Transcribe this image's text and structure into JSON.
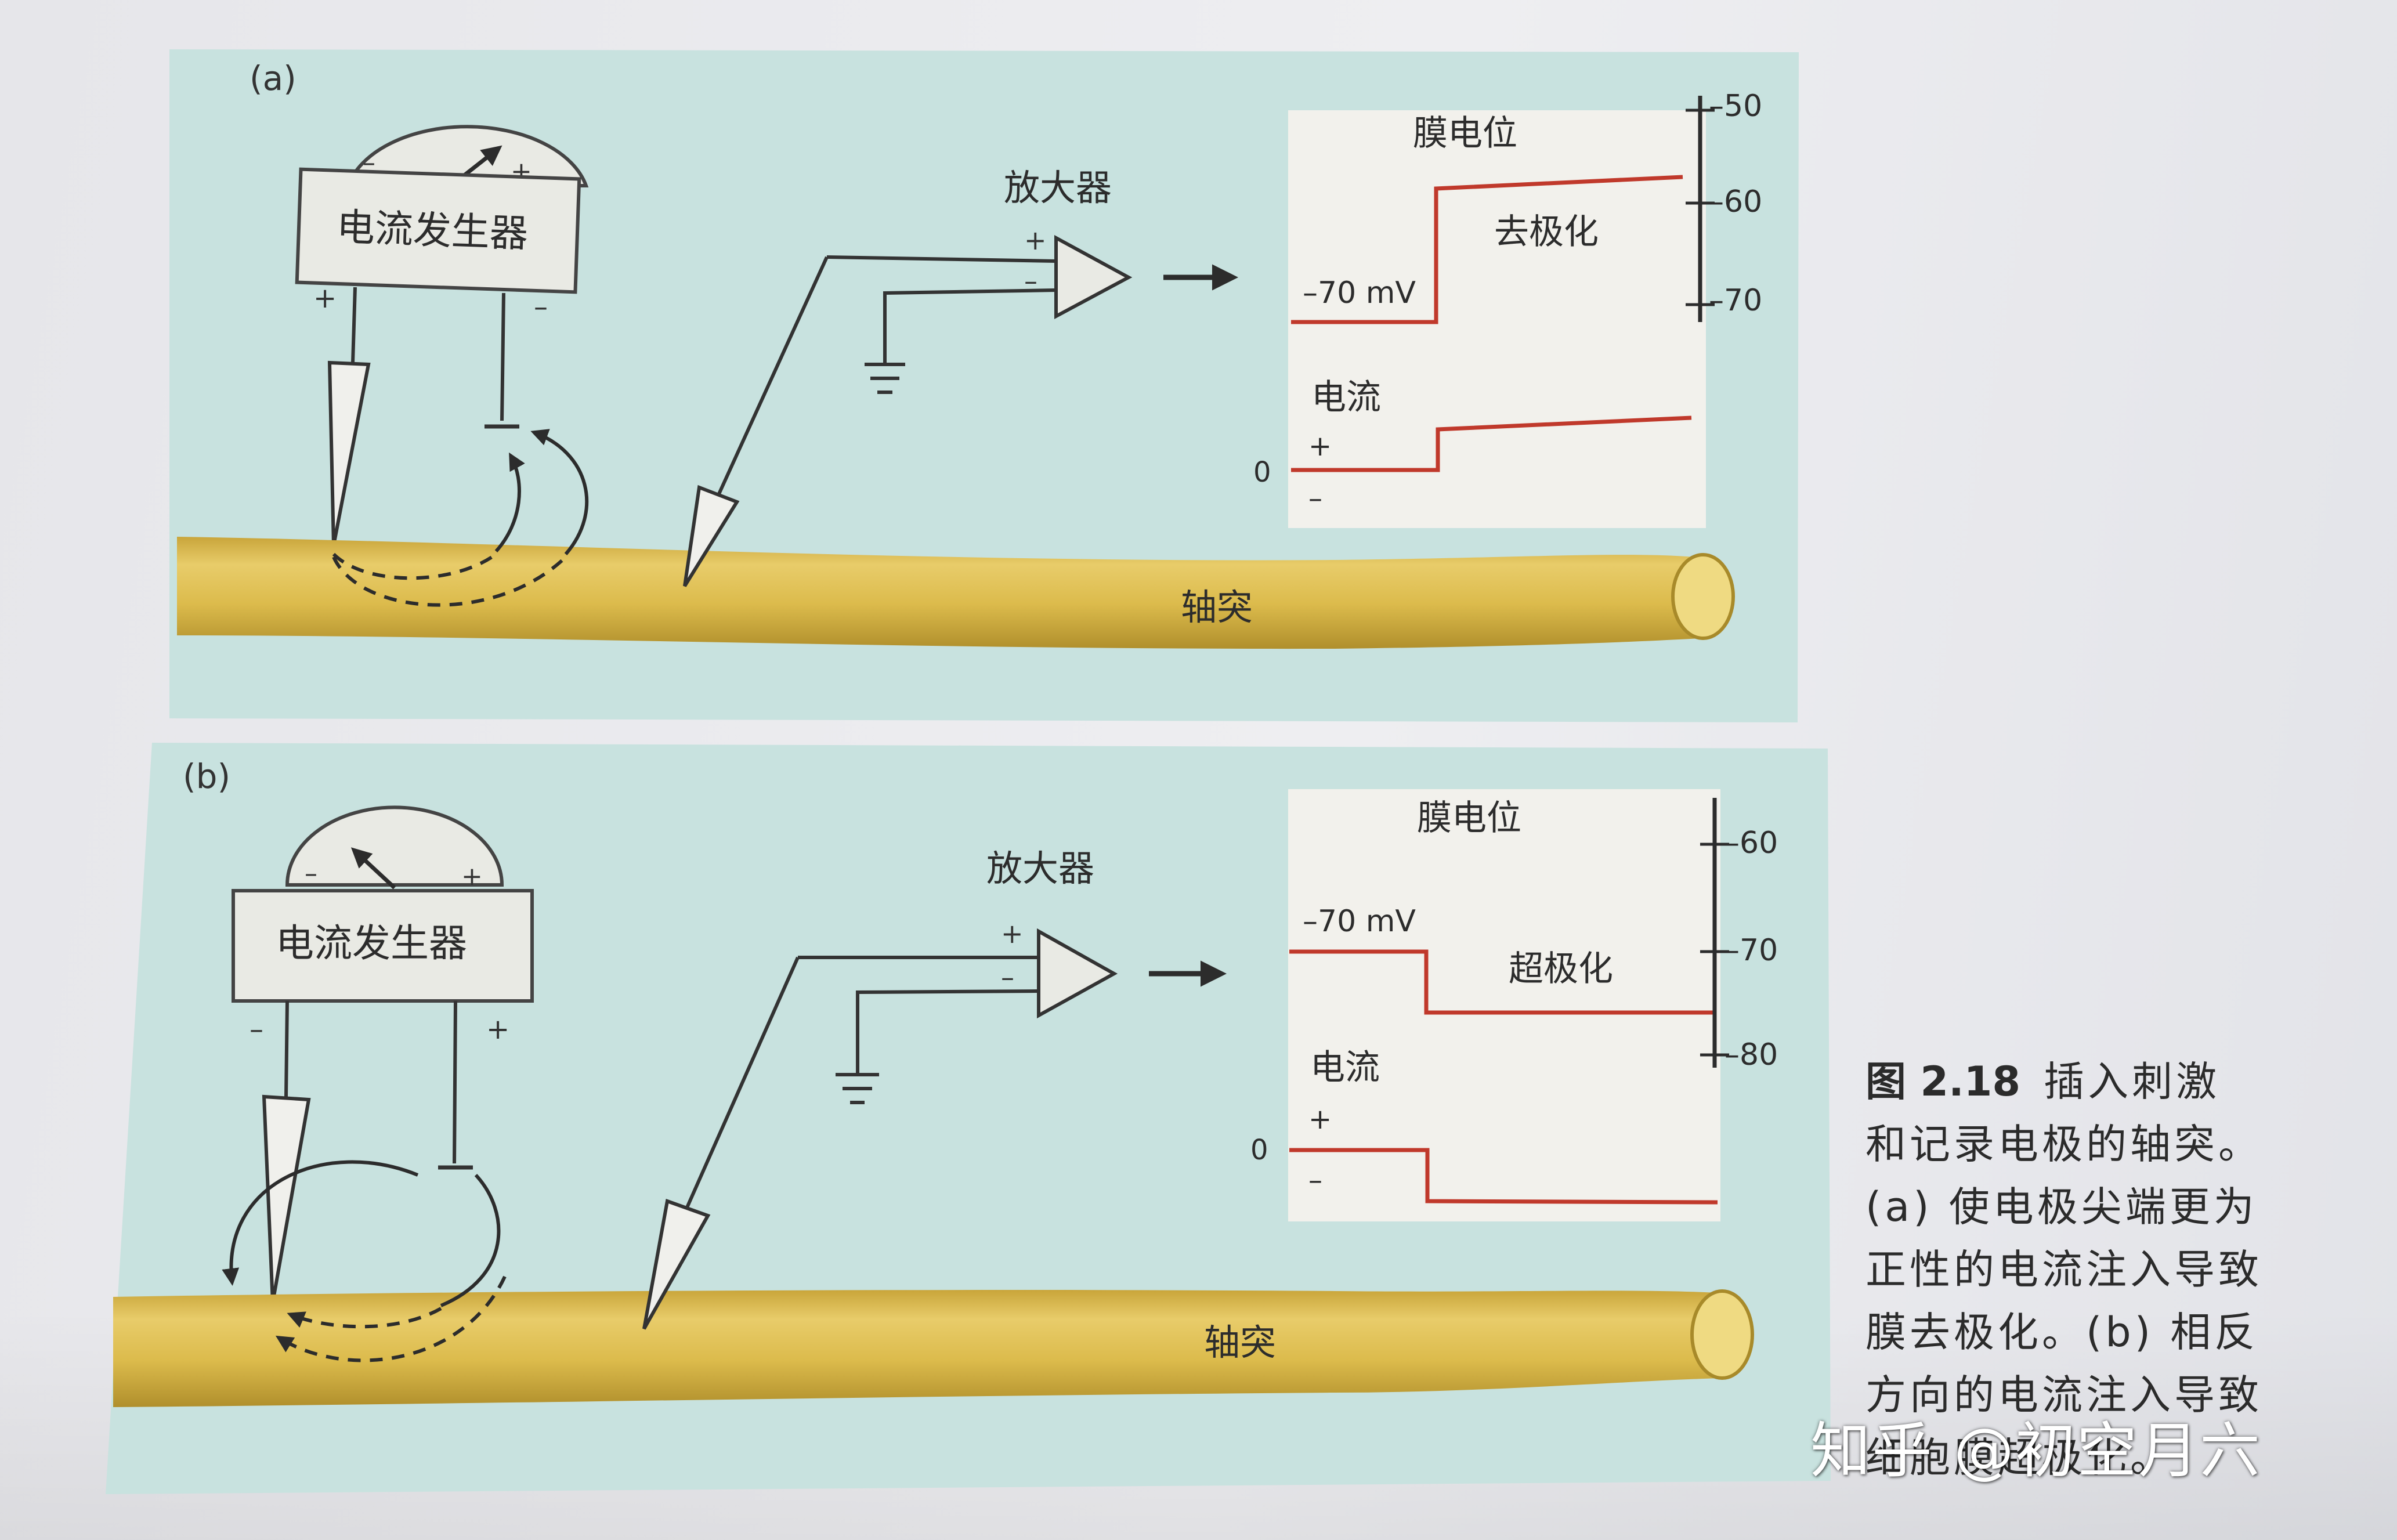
{
  "panels": [
    {
      "id": "a",
      "label": "(a)",
      "generator": {
        "label": "电流发生器",
        "dial_minus": "–",
        "dial_plus": "+",
        "left_sign": "+",
        "right_sign": "–"
      },
      "amplifier": {
        "label": "放大器",
        "plus": "+",
        "minus": "–"
      },
      "axon": {
        "label": "轴突"
      },
      "graph": {
        "membrane_title": "膜电位",
        "resting_label": "–70 mV",
        "change_label": "去极化",
        "current_title": "电流",
        "zero_label": "0",
        "plus_label": "+",
        "minus_label": "–",
        "scale_ticks": [
          "–50",
          "–60",
          "–70"
        ]
      }
    },
    {
      "id": "b",
      "label": "(b)",
      "generator": {
        "label": "电流发生器",
        "dial_minus": "–",
        "dial_plus": "+",
        "left_sign": "–",
        "right_sign": "+"
      },
      "amplifier": {
        "label": "放大器",
        "plus": "+",
        "minus": "–"
      },
      "axon": {
        "label": "轴突"
      },
      "graph": {
        "membrane_title": "膜电位",
        "resting_label": "–70 mV",
        "change_label": "超极化",
        "current_title": "电流",
        "zero_label": "0",
        "plus_label": "+",
        "minus_label": "–",
        "scale_ticks": [
          "–60",
          "–70",
          "–80"
        ]
      }
    }
  ],
  "caption": {
    "figure_label": "图 2.18",
    "lines": [
      "插入刺激",
      "和记录电极的轴突。",
      "(a) 使电极尖端更为",
      "正性的电流注入导致",
      "膜去极化。(b) 相反",
      "方向的电流注入导致",
      "细胞膜超极化。"
    ]
  },
  "watermark": "知乎 @初空月六",
  "colors": {
    "panel_bg": "#c8e2df",
    "axon": "#d9b94a",
    "axon_dark": "#a88a2a",
    "trace": "#c0392b",
    "graph_bg": "#f2f1ec",
    "line": "#2c2c2c"
  }
}
